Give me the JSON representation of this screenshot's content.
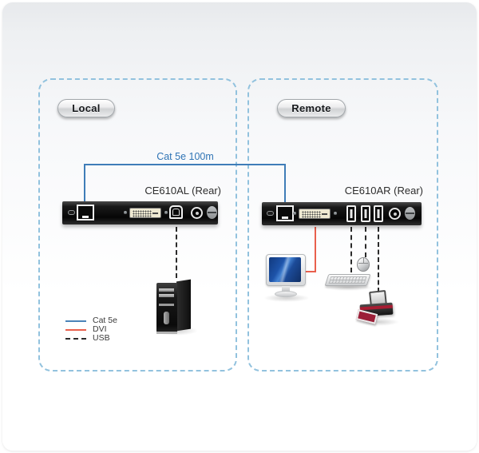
{
  "local": {
    "zone_label": "Local",
    "device_label": "CE610AL (Rear)"
  },
  "remote": {
    "zone_label": "Remote",
    "device_label": "CE610AR (Rear)"
  },
  "cable_label": "Cat 5e 100m",
  "legend": {
    "items": [
      {
        "label": "Cat 5e",
        "line_style": "solid",
        "color": "#4a83b8"
      },
      {
        "label": "DVI",
        "line_style": "solid",
        "color": "#e9604d"
      },
      {
        "label": "USB",
        "line_style": "dashed",
        "color": "#2b2b2b"
      }
    ]
  },
  "icons": {
    "local_device_ports": [
      "slot",
      "rj45-port",
      "dvi-port",
      "usb-b-port",
      "dc-power-jack",
      "grounding-screw"
    ],
    "remote_device_ports": [
      "slot",
      "rj45-port",
      "dvi-port",
      "usb-a-port",
      "usb-a-port",
      "usb-a-port",
      "dc-power-jack",
      "grounding-screw"
    ],
    "local_peripherals": [
      "tower-pc-icon"
    ],
    "remote_peripherals": [
      "monitor-icon",
      "keyboard-icon",
      "mouse-icon",
      "printer-icon"
    ]
  },
  "colors": {
    "cat5e_line": "#3f7db8",
    "dvi_line": "#e9604d",
    "usb_line": "#2b2b2b",
    "zone_border": "#92c2de",
    "cable_label_text": "#2f74b5"
  }
}
